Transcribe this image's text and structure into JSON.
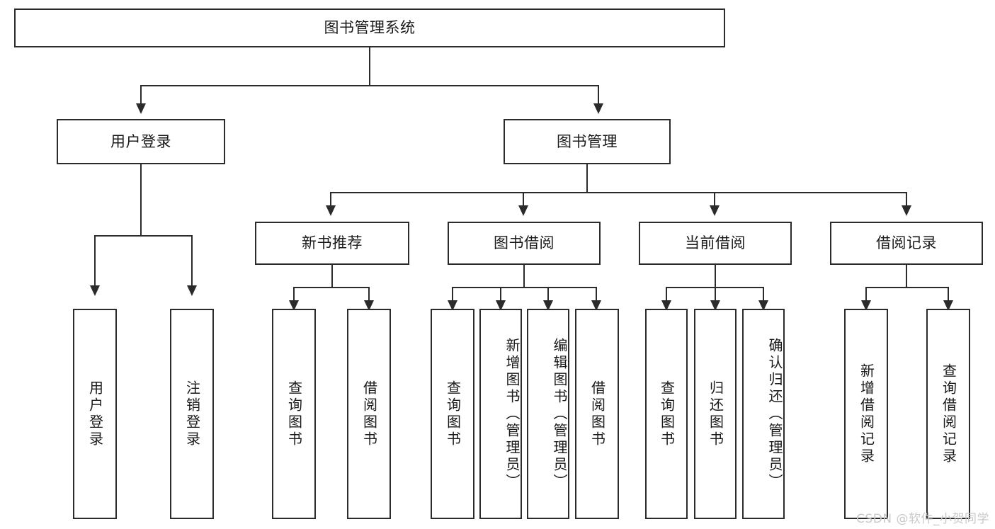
{
  "diagram": {
    "type": "tree-hierarchy-chart",
    "title": "图书管理系统",
    "watermark": "CSDN @软件_小贺同学",
    "colors": {
      "stroke": "#2b2b2b",
      "background": "#ffffff",
      "text": "#1a1a1a",
      "watermark": "#c9c9c9"
    },
    "levels": {
      "root": {
        "label": "图书管理系统"
      },
      "level2": [
        {
          "label": "用户登录"
        },
        {
          "label": "图书管理"
        }
      ],
      "level3": [
        {
          "label": "新书推荐"
        },
        {
          "label": "图书借阅"
        },
        {
          "label": "当前借阅"
        },
        {
          "label": "借阅记录"
        }
      ],
      "leaves": {
        "user_login": [
          {
            "label": "用户登录"
          },
          {
            "label": "注销登录"
          }
        ],
        "new_book_recommend": [
          {
            "label": "查询图书"
          },
          {
            "label": "借阅图书"
          }
        ],
        "book_borrow": [
          {
            "label": "查询图书"
          },
          {
            "label": "新增图书（管理员）"
          },
          {
            "label": "编辑图书（管理员）"
          },
          {
            "label": "借阅图书"
          }
        ],
        "current_borrow": [
          {
            "label": "查询图书"
          },
          {
            "label": "归还图书"
          },
          {
            "label": "确认归还（管理员）"
          }
        ],
        "borrow_record": [
          {
            "label": "新增借阅记录"
          },
          {
            "label": "查询借阅记录"
          }
        ]
      }
    }
  }
}
